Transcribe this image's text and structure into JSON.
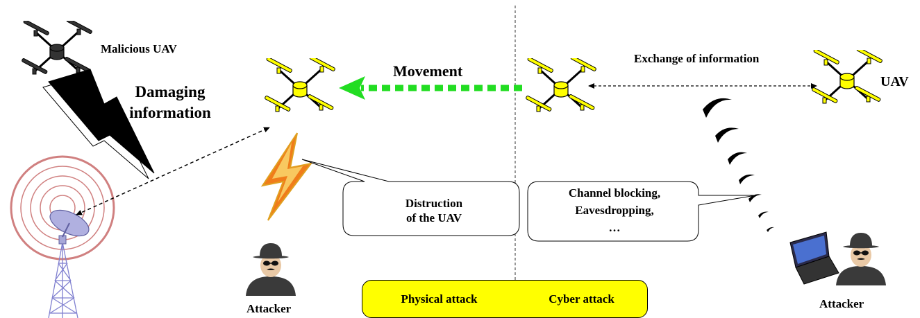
{
  "labels": {
    "malicious_uav": "Malicious UAV",
    "damaging_line1": "Damaging",
    "damaging_line2": "information",
    "movement": "Movement",
    "exchange": "Exchange of information",
    "uav": "UAV",
    "attacker_left": "Attacker",
    "attacker_right": "Attacker"
  },
  "bubbles": {
    "physical": [
      "Distruction",
      "of the UAV"
    ],
    "cyber": [
      "Channel blocking,",
      "Eavesdropping,",
      "…"
    ]
  },
  "attack_box": {
    "physical": "Physical attack",
    "cyber": "Cyber attack"
  },
  "colors": {
    "uav_body": "#ffff00",
    "malicious_body": "#333333",
    "movement_arrow": "#22dd22",
    "attack_box": "#ffff00",
    "antenna": "#8080d0",
    "rings": "#d08080"
  }
}
